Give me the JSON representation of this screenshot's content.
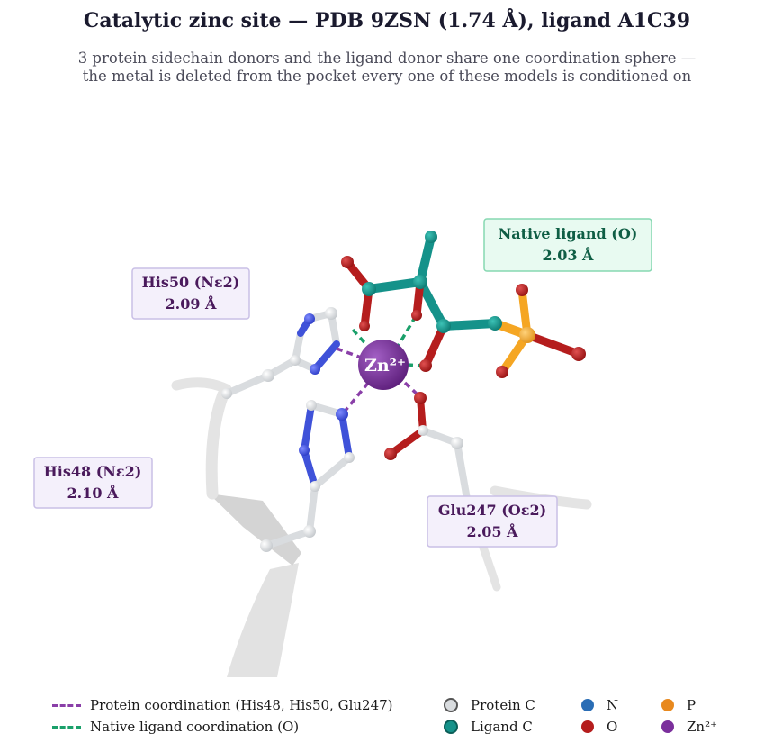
{
  "title": "Catalytic zinc site — PDB 9ZSN (1.74 Å), ligand A1C39",
  "subtitle_lines": [
    "3 protein sidechain donors and the ligand donor share one coordination sphere —",
    "the metal is deleted from the pocket every one of these models is conditioned on"
  ],
  "metal": {
    "label": "Zn²⁺",
    "color": "#7b2f9c"
  },
  "labels": {
    "his50": {
      "name": "His50 (Nε2)",
      "distance": "2.09 Å"
    },
    "his48": {
      "name": "His48 (Nε2)",
      "distance": "2.10 Å"
    },
    "glu247": {
      "name": "Glu247 (Oε2)",
      "distance": "2.05 Å"
    },
    "ligand": {
      "name": "Native ligand (O)",
      "distance": "2.03 Å"
    }
  },
  "colors": {
    "protein_carbon": "#d9dcdf",
    "ligand_carbon": "#15928a",
    "nitrogen": "#3f52d9",
    "oxygen": "#b51d1d",
    "phosphorus": "#f5a623",
    "zinc": "#7b2f9c",
    "protein_coord": "#8a3fa8",
    "ligand_coord": "#1aa06a",
    "label_box_fill": "#f4f0fb",
    "label_box_edge": "#c9bfe6",
    "ligand_box_fill": "#e8faf1",
    "ligand_box_edge": "#86d8b1"
  },
  "legend": {
    "protein_coordination": "Protein coordination (His48, His50, Glu247)",
    "ligand_coordination": "Native ligand coordination (O)",
    "protein_c": "Protein C",
    "ligand_c": "Ligand C",
    "n": "N",
    "o": "O",
    "p": "P",
    "zn": "Zn²⁺"
  },
  "legend_colors": {
    "protein_c": "#d9dcdf",
    "ligand_c": "#15928a",
    "n": "#2a6db5",
    "o": "#b51d1d",
    "p": "#e8891e",
    "zn": "#7b2f9c"
  }
}
